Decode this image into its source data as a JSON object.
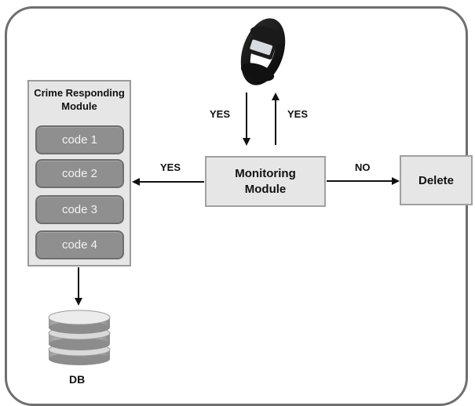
{
  "modules": {
    "crime_responding": {
      "title": "Crime Responding Module",
      "codes": [
        "code 1",
        "code 2",
        "code 3",
        "code 4"
      ]
    },
    "monitoring": {
      "label": "Monitoring Module"
    },
    "delete": {
      "label": "Delete"
    },
    "db": {
      "label": "DB"
    }
  },
  "edges": {
    "wearable_down": "YES",
    "wearable_up": "YES",
    "to_crime_module": "YES",
    "to_delete": "NO"
  },
  "icons": {
    "wearable": "smart-band-icon",
    "database": "database-icon"
  },
  "colors": {
    "frame": "#6f6f6f",
    "box_fill": "#e6e6e6",
    "code_fill": "#8f8f8f"
  }
}
